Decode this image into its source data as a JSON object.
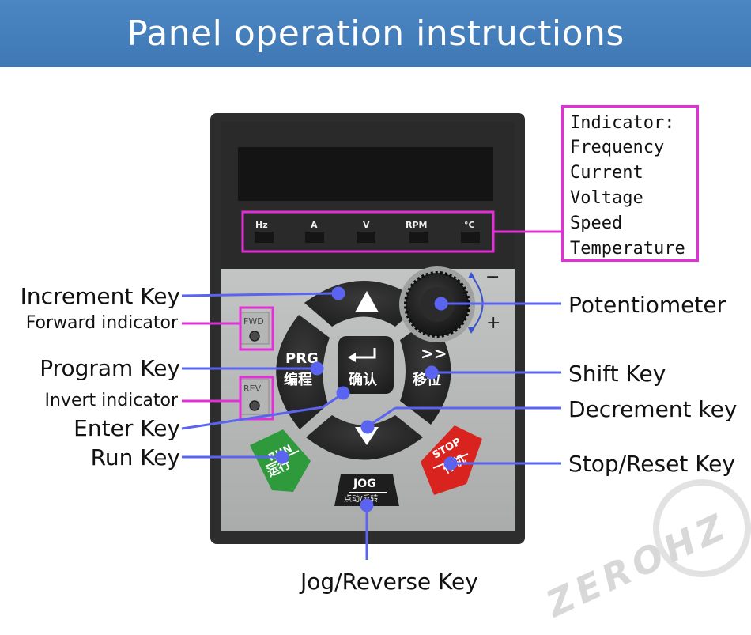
{
  "title": "Panel operation instructions",
  "panel": {
    "units": [
      "Hz",
      "A",
      "V",
      "RPM",
      "°C"
    ],
    "fwd": "FWD",
    "rev": "REV",
    "prg": "PRG",
    "prg_cn": "编程",
    "enter_cn": "确认",
    "shift": ">>",
    "shift_cn": "移位",
    "run": "RUN",
    "run_cn": "运行",
    "stop": "STOP",
    "stop_cn": "停机",
    "jog": "JOG",
    "jog_cn": "点动/反转",
    "pot_minus": "−",
    "pot_plus": "+"
  },
  "indicator": {
    "lines": [
      "Indicator:",
      "Frequency",
      "Current",
      "Voltage",
      "Speed",
      "Temperature"
    ]
  },
  "labels": {
    "increment": "Increment Key",
    "forward": "Forward indicator",
    "program": "Program Key",
    "invert": "Invert indicator",
    "enter": "Enter Key",
    "run": "Run Key",
    "potentiometer": "Potentiometer",
    "shift": "Shift Key",
    "decrement": "Decrement key",
    "stop": "Stop/Reset Key",
    "jog": "Jog/Reverse Key"
  },
  "watermark": "ZEROHZ",
  "colors": {
    "banner": "#4479b8",
    "magenta": "#e42fd8",
    "blue_line": "#5a64f0",
    "run_green": "#2f9a3c",
    "stop_red": "#d8231e"
  }
}
